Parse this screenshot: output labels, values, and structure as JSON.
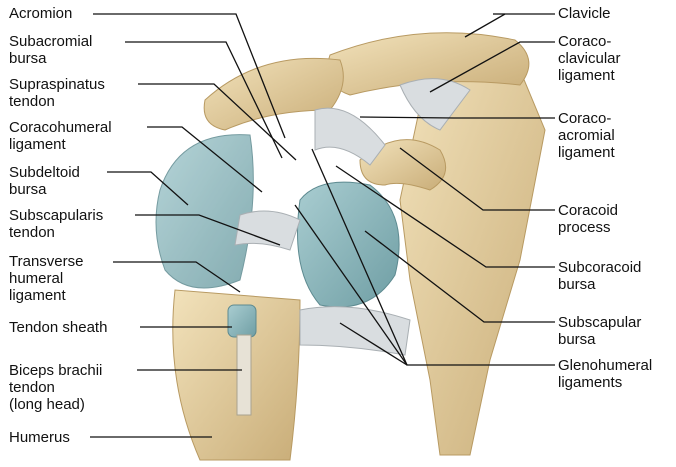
{
  "labels": {
    "acromion": "Acromion",
    "subacromial_bursa": "Subacromial\nbursa",
    "supraspinatus_tendon": "Supraspinatus\ntendon",
    "coracohumeral_ligament": "Coracohumeral\nligament",
    "subdeltoid_bursa": "Subdeltoid\nbursa",
    "subscapularis_tendon": "Subscapularis\ntendon",
    "transverse_humeral_ligament": "Transverse\nhumeral\nligament",
    "tendon_sheath": "Tendon sheath",
    "biceps_brachii_tendon": "Biceps brachii\ntendon\n(long head)",
    "humerus": "Humerus",
    "clavicle": "Clavicle",
    "coracoclavicular_ligament": "Coraco-\nclavicular\nligament",
    "coracoacromial_ligament": "Coraco-\nacromial\nligament",
    "coracoid_process": "Coracoid\nprocess",
    "subcoracoid_bursa": "Subcoracoid\nbursa",
    "subscapular_bursa": "Subscapular\nbursa",
    "glenohumeral_ligaments": "Glenohumeral\nligaments"
  },
  "colors": {
    "bone": "#e8d5a8",
    "bone_shade": "#c9ad78",
    "bursa": "#8fb8bd",
    "ligament": "#d9dde0",
    "leader": "#111111"
  }
}
